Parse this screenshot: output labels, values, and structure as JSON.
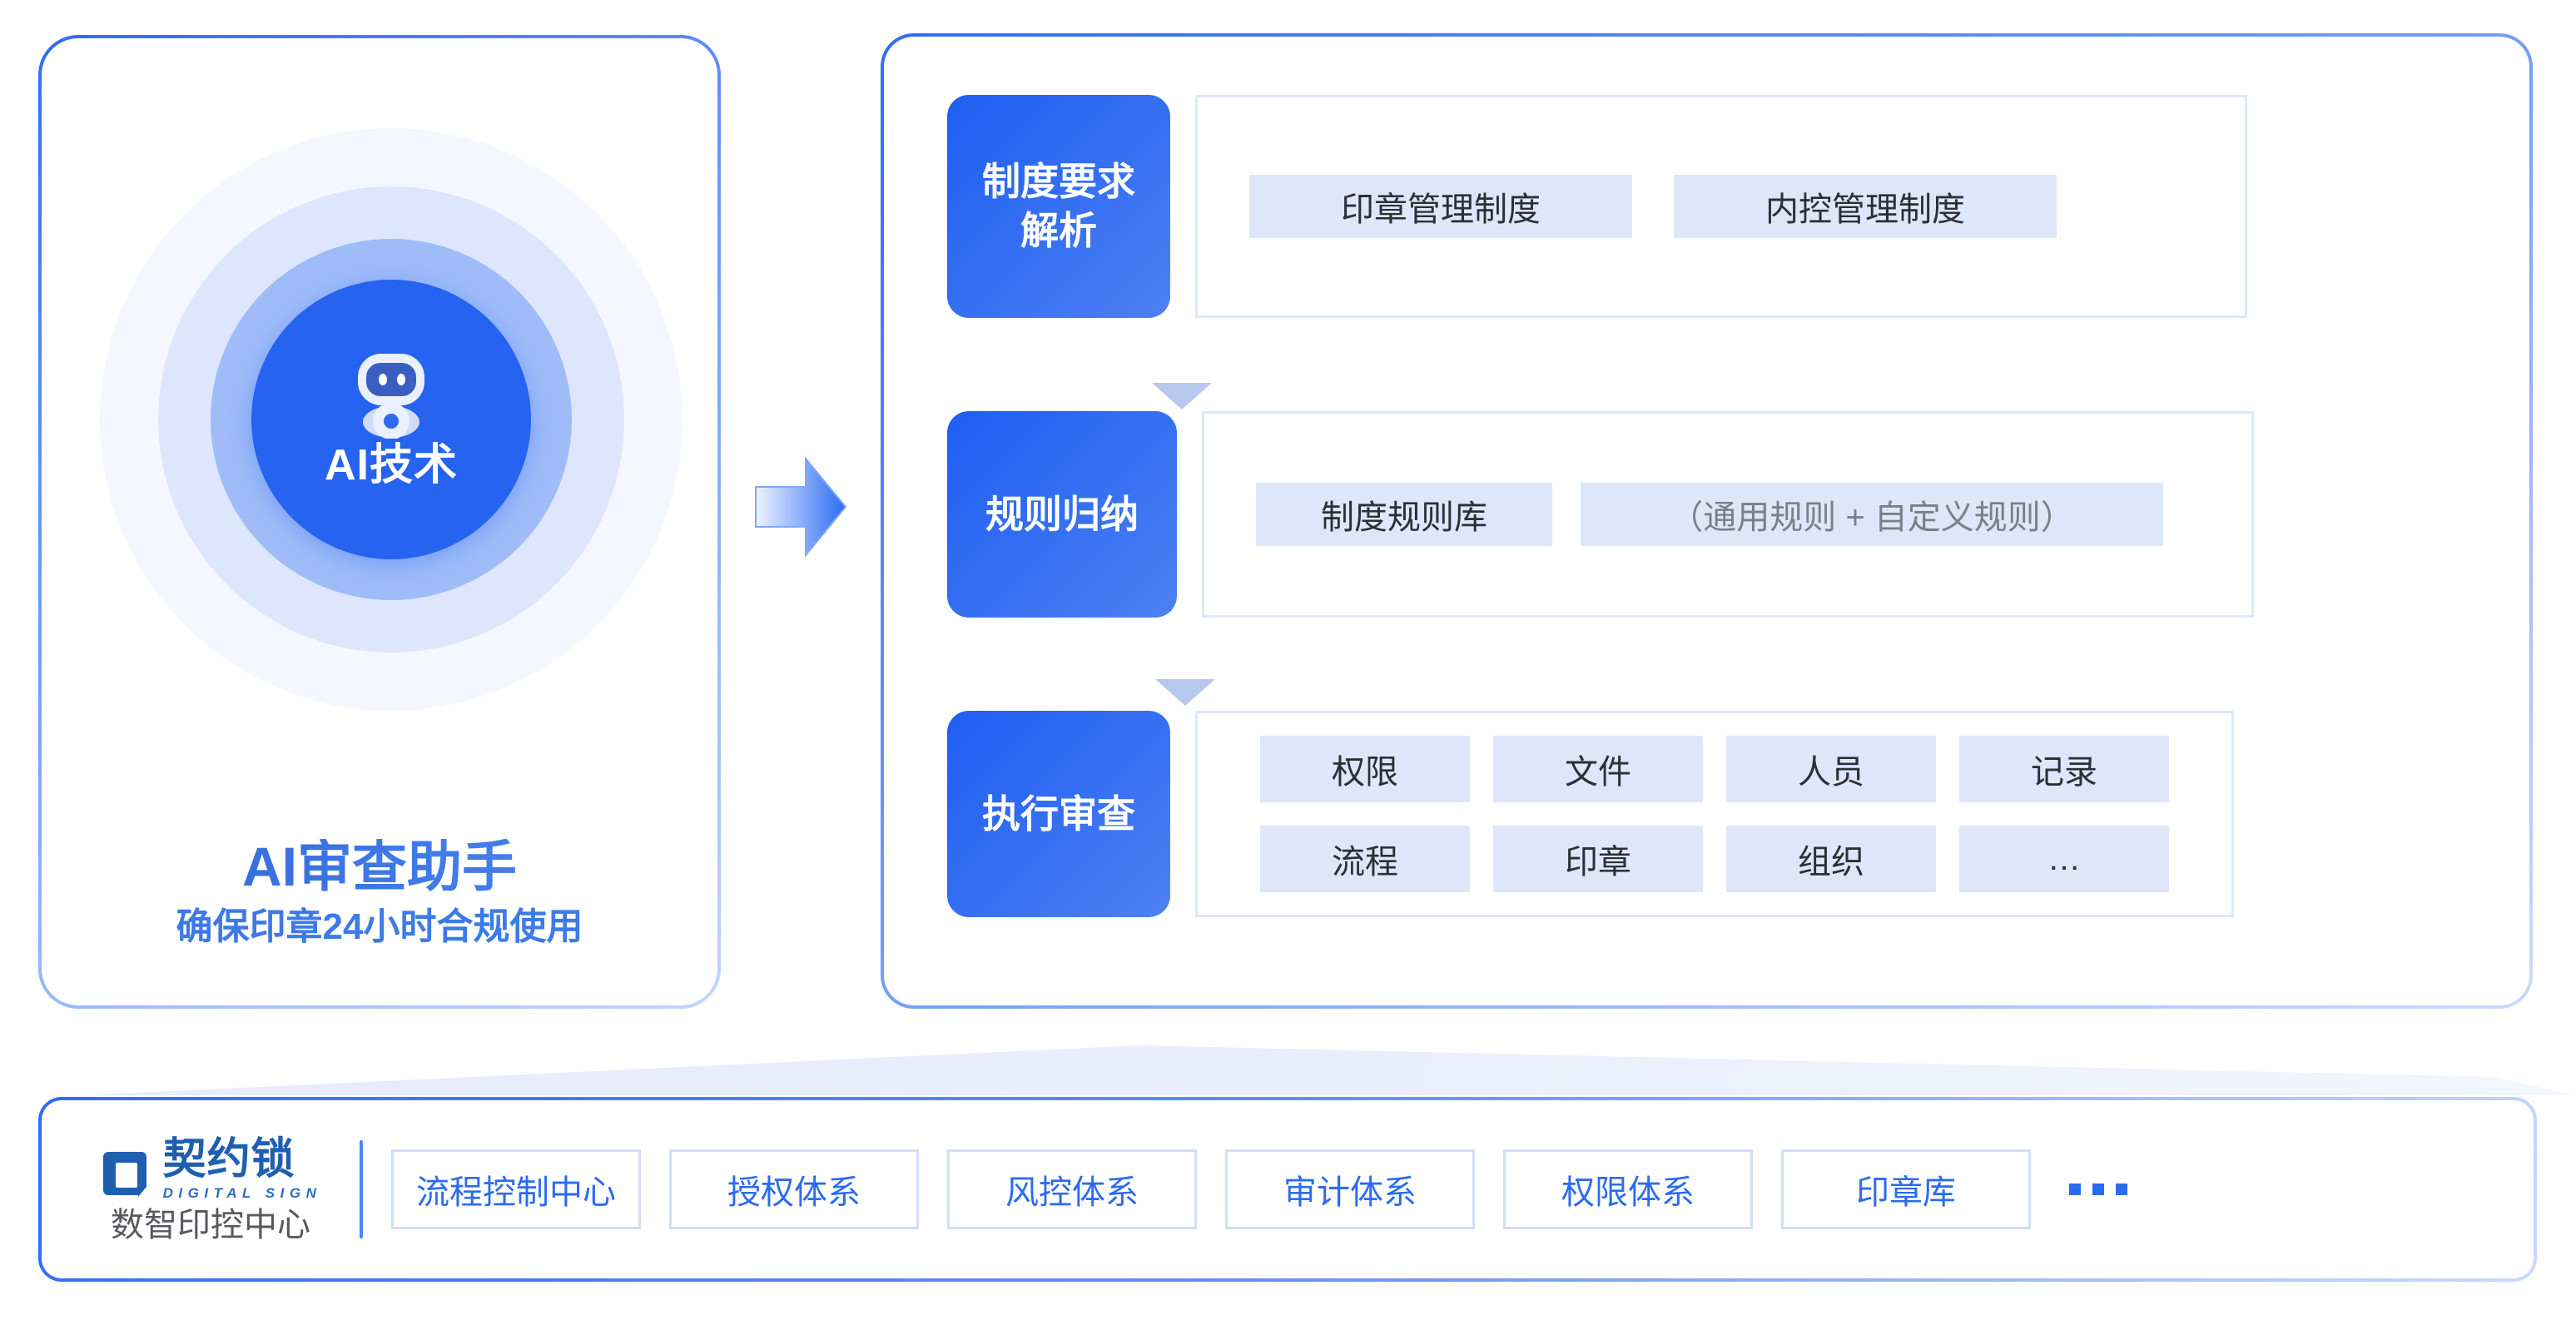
{
  "left_card": {
    "core_icon": "robot-icon",
    "core_label": "AI技术",
    "title": "AI审查助手",
    "subtitle": "确保印章24小时合规使用",
    "accent": "#2563f0"
  },
  "flow_arrow": {
    "icon": "right-arrow-icon"
  },
  "right_panel": {
    "rows": [
      {
        "stage": "制度要求\n解析",
        "stage_line1": "制度要求",
        "stage_line2": "解析",
        "chips": [
          "印章管理制度",
          "内控管理制度"
        ]
      },
      {
        "stage_line1": "规则归纳",
        "stage_line2": "",
        "chips": [
          "制度规则库",
          "（通用规则 + 自定义规则）"
        ]
      },
      {
        "stage_line1": "执行审查",
        "stage_line2": "",
        "chips": [
          "权限",
          "文件",
          "人员",
          "记录",
          "流程",
          "印章",
          "组织",
          "…"
        ]
      }
    ],
    "down_arrow_icon": "chevron-down-icon",
    "chip_bg": "#dee6fa",
    "stage_gradient_from": "#1d5ef2",
    "stage_gradient_to": "#4d80f3"
  },
  "footer": {
    "brand": {
      "mark_icon": "qiyuesuo-logo-icon",
      "word": "契约锁",
      "word_en": "DIGITAL SIGN",
      "sub": "数智印控中心"
    },
    "nav_items": [
      "流程控制中心",
      "授权体系",
      "风控体系",
      "审计体系",
      "权限体系",
      "印章库"
    ],
    "more_icon": "ellipsis-icon",
    "nav_color": "#2b6bf0"
  }
}
